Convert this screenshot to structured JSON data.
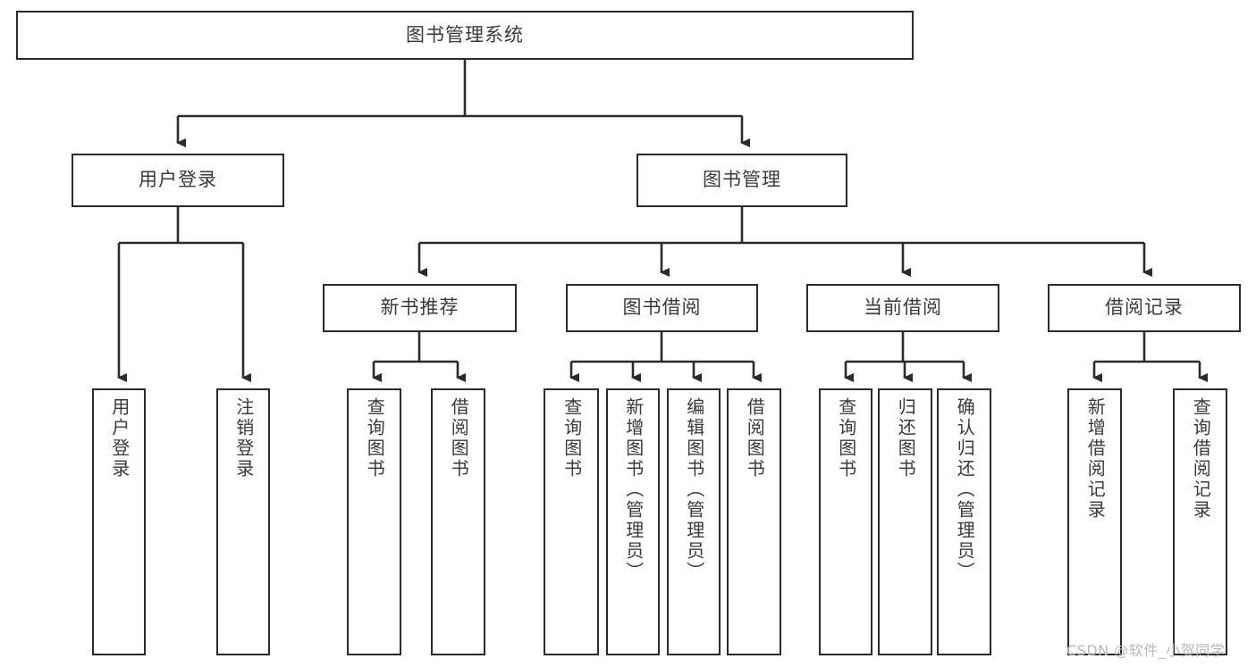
{
  "diagram": {
    "title": "图书管理系统",
    "type": "tree-hierarchy-diagram",
    "root": {
      "id": "root",
      "label": "图书管理系统"
    },
    "level2": [
      {
        "id": "user-login",
        "label": "用户登录"
      },
      {
        "id": "book-manage",
        "label": "图书管理"
      }
    ],
    "level3": [
      {
        "id": "new-book-recommend",
        "label": "新书推荐",
        "parent": "book-manage"
      },
      {
        "id": "book-borrow",
        "label": "图书借阅",
        "parent": "book-manage"
      },
      {
        "id": "current-borrow",
        "label": "当前借阅",
        "parent": "book-manage"
      },
      {
        "id": "borrow-record",
        "label": "借阅记录",
        "parent": "book-manage"
      }
    ],
    "leaves": [
      {
        "id": "leaf-user-login",
        "label": "用户登录",
        "parent": "user-login"
      },
      {
        "id": "leaf-logout-login",
        "label": "注销登录",
        "parent": "user-login"
      },
      {
        "id": "leaf-query-book-1",
        "label": "查询图书",
        "parent": "new-book-recommend"
      },
      {
        "id": "leaf-borrow-book-1",
        "label": "借阅图书",
        "parent": "new-book-recommend"
      },
      {
        "id": "leaf-query-book-2",
        "label": "查询图书",
        "parent": "book-borrow"
      },
      {
        "id": "leaf-add-book",
        "label": "新增图书（管理员）",
        "parent": "book-borrow"
      },
      {
        "id": "leaf-edit-book",
        "label": "编辑图书（管理员）",
        "parent": "book-borrow"
      },
      {
        "id": "leaf-borrow-book-2",
        "label": "借阅图书",
        "parent": "book-borrow"
      },
      {
        "id": "leaf-query-book-3",
        "label": "查询图书",
        "parent": "current-borrow"
      },
      {
        "id": "leaf-return-book",
        "label": "归还图书",
        "parent": "current-borrow"
      },
      {
        "id": "leaf-confirm-return",
        "label": "确认归还（管理员）",
        "parent": "current-borrow"
      },
      {
        "id": "leaf-add-record",
        "label": "新增借阅记录",
        "parent": "borrow-record"
      },
      {
        "id": "leaf-query-record",
        "label": "查询借阅记录",
        "parent": "borrow-record"
      }
    ]
  },
  "watermark": {
    "text": "CSDN @软件_小贺同学"
  },
  "colors": {
    "stroke": "#2b2b2b",
    "text": "#3a3a3a",
    "background": "#ffffff",
    "watermark": "#b9b9b9"
  }
}
